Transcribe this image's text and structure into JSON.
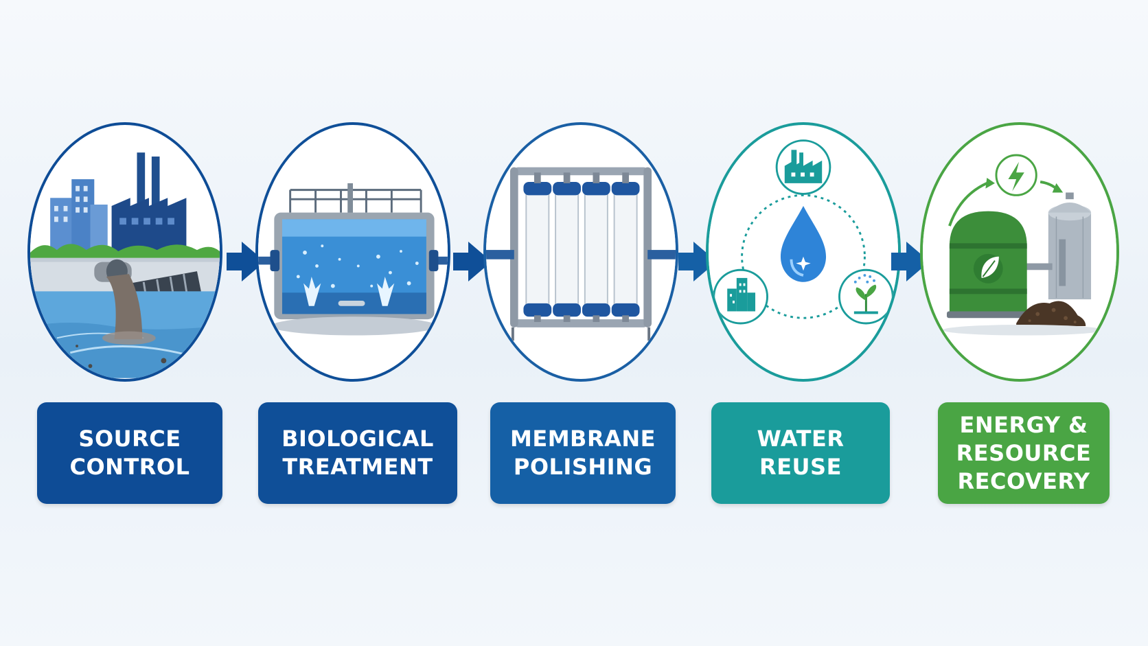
{
  "steps": [
    {
      "label": "SOURCE\nCONTROL",
      "color": "#0e4c96",
      "ring": "#0e4c96",
      "icon": "factory-outfall-icon"
    },
    {
      "label": "BIOLOGICAL\nTREATMENT",
      "color": "#0f4f98",
      "ring": "#0f4f98",
      "icon": "aeration-tank-icon"
    },
    {
      "label": "MEMBRANE\nPOLISHING",
      "color": "#1560a6",
      "ring": "#1a5fa4",
      "icon": "membrane-module-icon"
    },
    {
      "label": "WATER REUSE",
      "color": "#1a9c9b",
      "ring": "#1a9c9b",
      "icon": "water-cycle-icon"
    },
    {
      "label": "ENERGY &\nRESOURCE\nRECOVERY",
      "color": "#4aa544",
      "ring": "#4aa544",
      "icon": "biogas-digester-icon"
    }
  ],
  "arrow_color": "#0f4f98"
}
